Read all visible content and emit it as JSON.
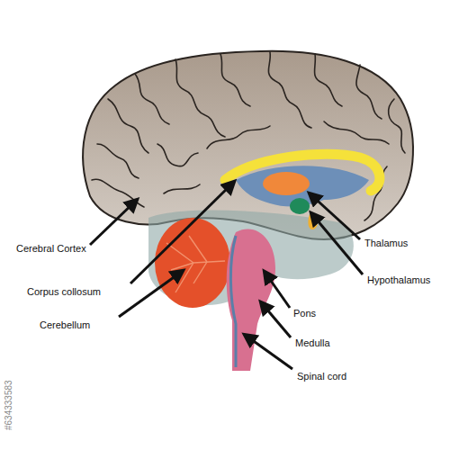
{
  "diagram": {
    "labels": [
      "Cerebral Cortex",
      "Corpus collosum",
      "Cerebellum",
      "Thalamus",
      "Hypothalamus",
      "Pons",
      "Medulla",
      "Spinal cord",
      "#634333583"
    ]
  }
}
